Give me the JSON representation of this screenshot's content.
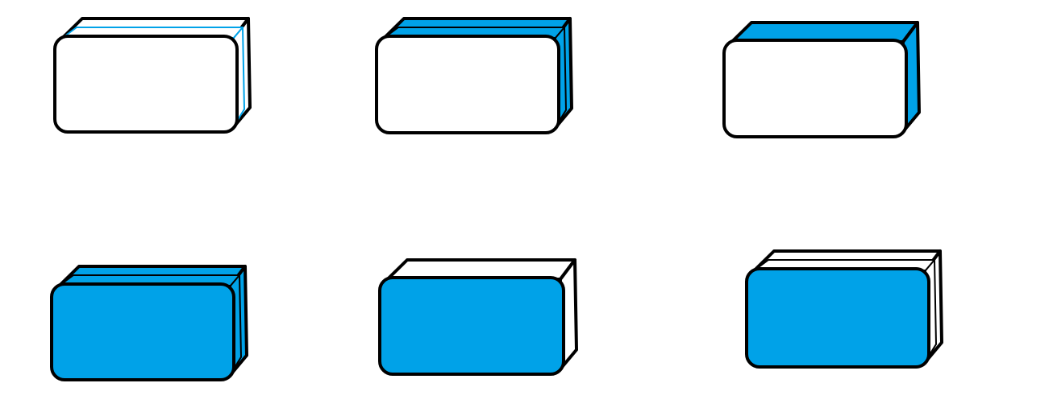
{
  "colors": {
    "background": "#ffffff",
    "outline": "#000000",
    "accent": "#00a2e8",
    "blank": "#ffffff"
  },
  "cards": [
    {
      "id": "card-1",
      "row": 1,
      "col": 1,
      "face": "blank",
      "stack": [
        "blank",
        "blank"
      ],
      "stack_lines": "accent"
    },
    {
      "id": "card-2",
      "row": 1,
      "col": 2,
      "face": "blank",
      "stack": [
        "accent",
        "accent"
      ],
      "stack_lines": "outline"
    },
    {
      "id": "card-3",
      "row": 1,
      "col": 3,
      "face": "blank",
      "stack": [
        "accent"
      ],
      "stack_lines": "outline"
    },
    {
      "id": "card-4",
      "row": 2,
      "col": 1,
      "face": "accent",
      "stack": [
        "accent",
        "accent"
      ],
      "stack_lines": "outline"
    },
    {
      "id": "card-5",
      "row": 2,
      "col": 2,
      "face": "accent",
      "stack": [
        "blank"
      ],
      "stack_lines": "outline"
    },
    {
      "id": "card-6",
      "row": 2,
      "col": 3,
      "face": "accent",
      "stack": [
        "blank",
        "blank"
      ],
      "stack_lines": "outline"
    }
  ]
}
